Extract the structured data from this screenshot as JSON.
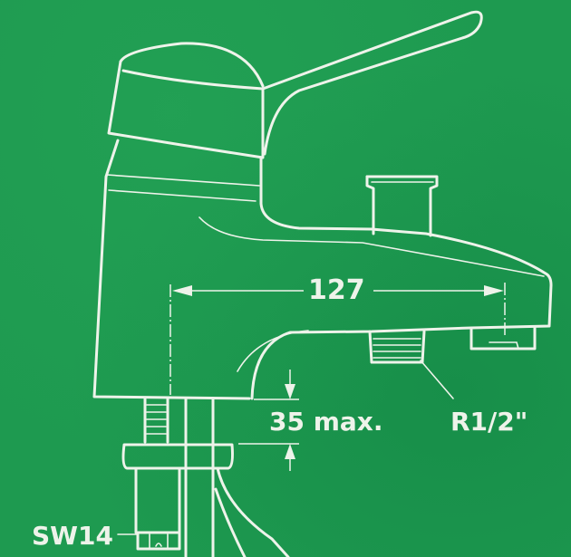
{
  "diagram": {
    "subject": "single-lever bath mixer faucet technical drawing",
    "background_color": "#1e9a50",
    "line_color": "#eef3ea",
    "dimensions": {
      "spout_reach": "127",
      "deck_clearance": "35 max.",
      "outlet_thread": "R1/2\"",
      "nut_size": "SW14"
    }
  }
}
